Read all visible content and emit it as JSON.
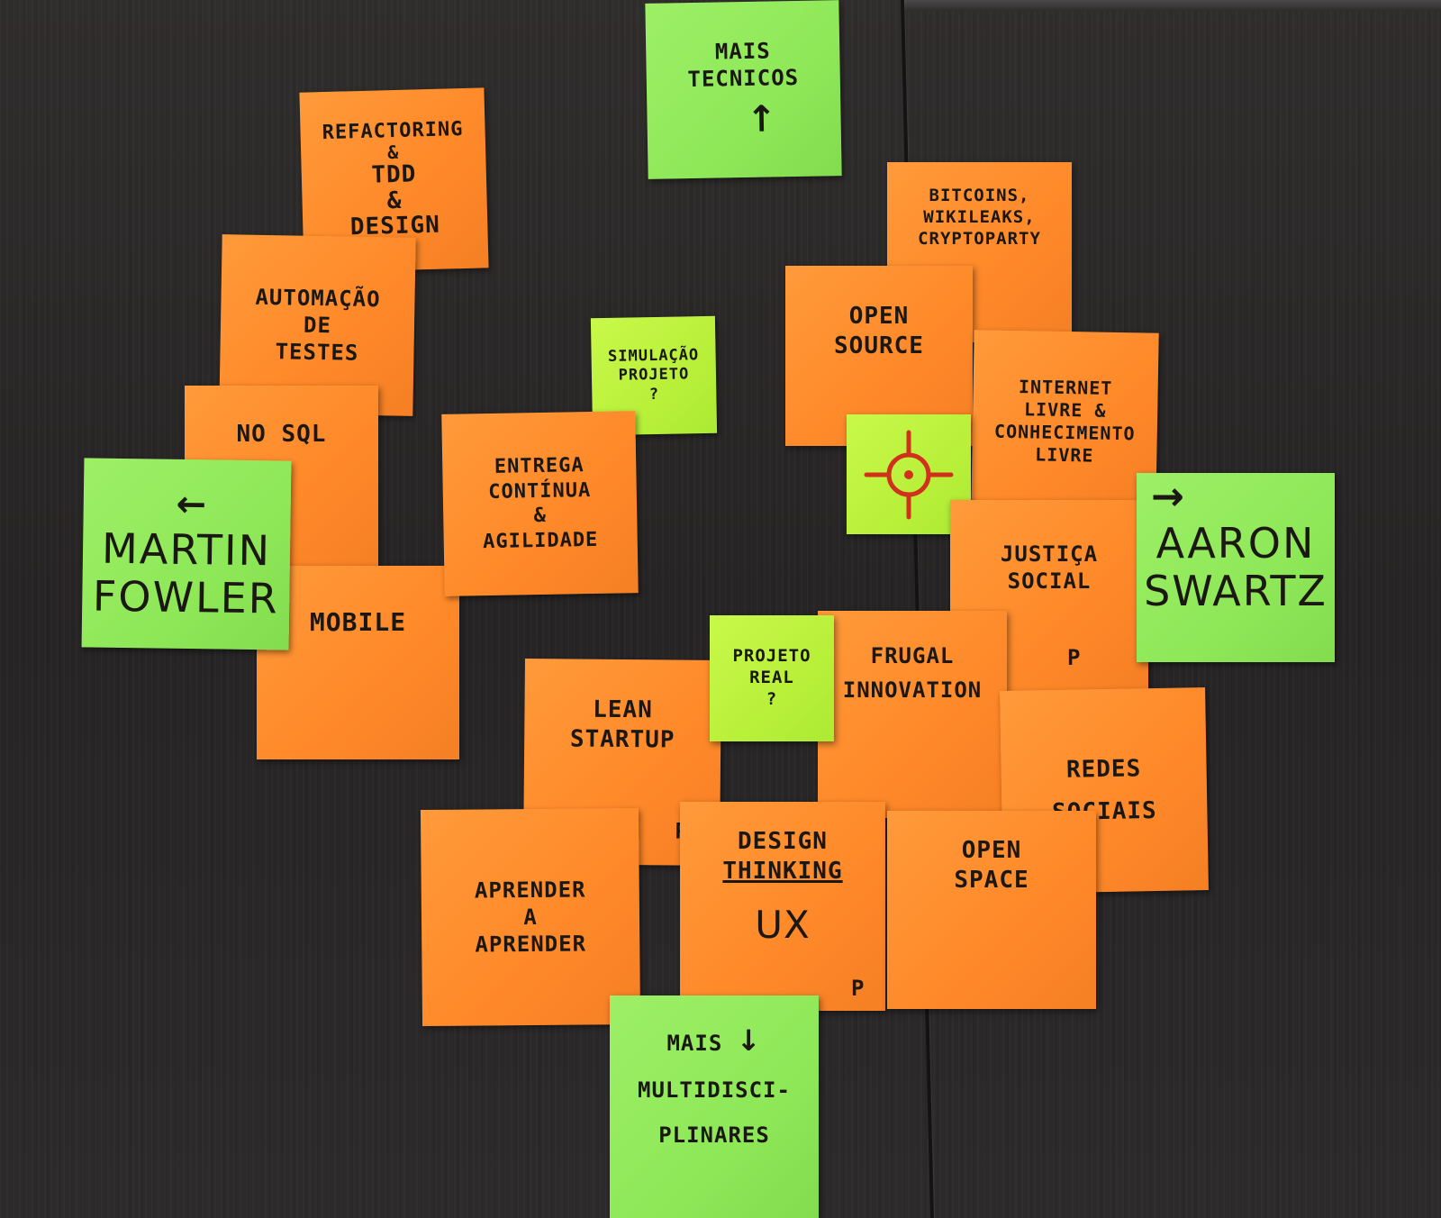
{
  "notes": {
    "refactoring": [
      "Refactoring",
      "&",
      "TDD",
      "&",
      "Design"
    ],
    "automacao": [
      "Automação",
      "de",
      "Testes"
    ],
    "nosql": [
      "No SQL"
    ],
    "mobile": [
      "Mobile"
    ],
    "martin": [
      "Martin",
      "Fowler"
    ],
    "martin_arrow": "←",
    "mais_tecnicos": [
      "Mais",
      "Tecnicos"
    ],
    "mais_tecnicos_arrow": "↑",
    "simulacao": [
      "Simulação",
      "Projeto",
      "?"
    ],
    "entrega": [
      "Entrega",
      "Contínua",
      "&",
      "Agilidade"
    ],
    "bitcoins": [
      "Bitcoins,",
      "Wikileaks,",
      "CryptoParty"
    ],
    "open_source": [
      "Open",
      "Source"
    ],
    "internet": [
      "Internet",
      "Livre &",
      "Conhecimento",
      "Livre"
    ],
    "justica": [
      "Justiça",
      "Social"
    ],
    "justica_mark": "P",
    "aaron": [
      "Aaron",
      "Swartz"
    ],
    "aaron_arrow": "→",
    "projeto_real": [
      "Projeto",
      "Real",
      "?"
    ],
    "frugal": [
      "Frugal",
      "Innovation"
    ],
    "lean": [
      "Lean",
      "Startup"
    ],
    "lean_mark": "P",
    "redes": [
      "Redes",
      "Sociais"
    ],
    "aprender": [
      "Aprender",
      "a",
      "Aprender"
    ],
    "design": [
      "Design",
      "Thinking"
    ],
    "design_ux": "UX",
    "design_mark": "P",
    "open_space": [
      "Open",
      "Space"
    ],
    "multidisc": [
      "Mais",
      "Multidisci-",
      "plinares"
    ],
    "multidisc_arrow": "↓"
  },
  "colors": {
    "orange_note": "#ff8a2a",
    "green_note": "#8ee858",
    "lime_note": "#b9f03a",
    "table": "#2a2828",
    "ink": "#1b1712",
    "target_ink": "#d0301c"
  },
  "icons": {
    "target": "crosshair-target-icon"
  }
}
